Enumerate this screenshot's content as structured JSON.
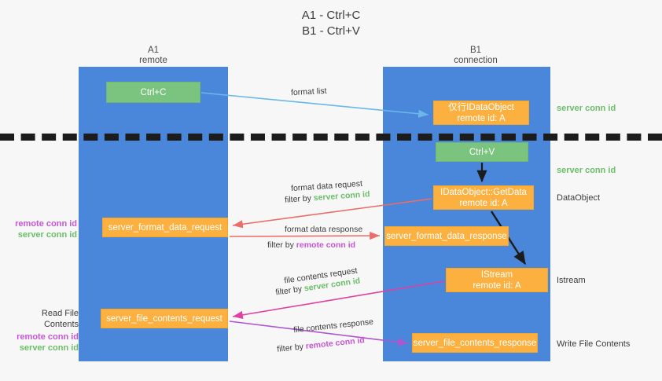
{
  "title": {
    "line1": "A1 - Ctrl+C",
    "line2": "B1 - Ctrl+V"
  },
  "lanes": [
    {
      "id": "a1",
      "name": "A1",
      "role": "remote",
      "color": "#4a86d9"
    },
    {
      "id": "b1",
      "name": "B1",
      "role": "connection",
      "color": "#4a86d9"
    }
  ],
  "colors": {
    "lane": "#4a86d9",
    "green_box": "#7bc47f",
    "orange_box": "#fbb040",
    "server_conn_id": "#6abf69",
    "remote_conn_id": "#c557d4",
    "arrow_blue": "#6ab7e8",
    "arrow_red": "#ea6d68",
    "arrow_magenta": "#e040a0",
    "arrow_purple": "#b055d0",
    "arrow_black": "#1c1c1c",
    "divider": "#1c1c1c",
    "background": "#f7f7f7"
  },
  "boxes": {
    "ctrl_c": {
      "label": "Ctrl+C",
      "kind": "green"
    },
    "format_list_object": {
      "line1": "仅行IDataObject",
      "line2": "remote id: A",
      "kind": "orange"
    },
    "ctrl_v": {
      "label": "Ctrl+V",
      "kind": "green"
    },
    "getdata": {
      "line1": "IDataObject::GetData",
      "line2": "remote id: A",
      "kind": "orange"
    },
    "server_format_data_request": {
      "label": "server_format_data_request",
      "kind": "orange"
    },
    "server_format_data_response": {
      "label": "server_format_data_response",
      "kind": "orange"
    },
    "istream": {
      "line1": "IStream",
      "line2": "remote id: A",
      "kind": "orange"
    },
    "server_file_contents_request": {
      "label": "server_file_contents_request",
      "kind": "orange"
    },
    "server_file_contents_response": {
      "label": "server_file_contents_response",
      "kind": "orange"
    }
  },
  "edges": {
    "format_list": {
      "label": "format list"
    },
    "format_data_request": {
      "label": "format data request",
      "filter_prefix": "filter by ",
      "filter_key": "server conn id"
    },
    "format_data_response": {
      "label": "format data response",
      "filter_prefix": "filter by ",
      "filter_key": "remote conn id"
    },
    "file_contents_request": {
      "label": "file contents request",
      "filter_prefix": "filter by ",
      "filter_key": "server conn id"
    },
    "file_contents_response": {
      "label": "file contents response",
      "filter_prefix": "filter by ",
      "filter_key": "remote conn id"
    }
  },
  "annotations": {
    "right": [
      {
        "key": "server_conn_id_top",
        "text": "server conn id",
        "style": "green"
      },
      {
        "key": "server_conn_id_mid",
        "text": "server conn id",
        "style": "green"
      },
      {
        "key": "dataobject",
        "text": "DataObject",
        "style": "plain"
      },
      {
        "key": "istream",
        "text": "Istream",
        "style": "plain"
      },
      {
        "key": "write_file_contents",
        "text": "Write File Contents",
        "style": "plain"
      }
    ],
    "left": {
      "group1": {
        "remote": "remote conn id",
        "server": "server conn id"
      },
      "group2": {
        "heading": "Read File Contents",
        "remote": "remote conn id",
        "server": "server conn id"
      }
    }
  }
}
